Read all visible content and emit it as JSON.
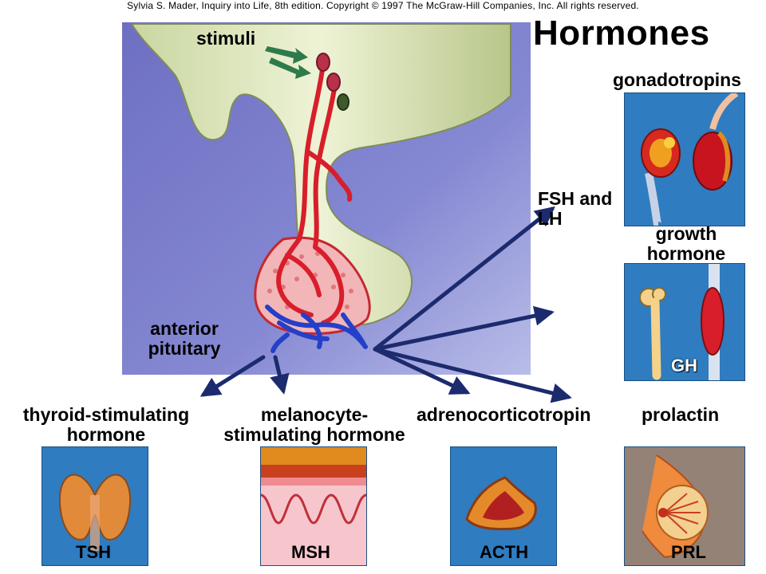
{
  "copyright": "Sylvia S. Mader, Inquiry into Life, 8th edition. Copyright © 1997 The McGraw-Hill Companies, Inc. All rights reserved.",
  "title": "Hormones",
  "labels": {
    "stimuli": "stimuli",
    "anterior_pituitary": [
      "anterior",
      "pituitary"
    ],
    "fsh_lh": [
      "FSH and",
      "LH"
    ],
    "gonadotropins": "gonadotropins",
    "growth_hormone": [
      "growth",
      "hormone"
    ],
    "tsh_full": [
      "thyroid-stimulating",
      "hormone"
    ],
    "msh_full": [
      "melanocyte-",
      "stimulating hormone"
    ],
    "acth_full": "adrenocorticotropin",
    "prolactin": "prolactin"
  },
  "panel_tags": {
    "gh": "GH",
    "tsh": "TSH",
    "msh": "MSH",
    "acth": "ACTH",
    "prl": "PRL"
  },
  "colors": {
    "panel_blue": "#2a76b8",
    "diagram_bg": "#5a5fb0",
    "tissue_green": "#dfe8c0",
    "vessel_red": "#d81e2a",
    "vessel_blue": "#2440c8",
    "arrow_navy": "#1c2a6e"
  }
}
